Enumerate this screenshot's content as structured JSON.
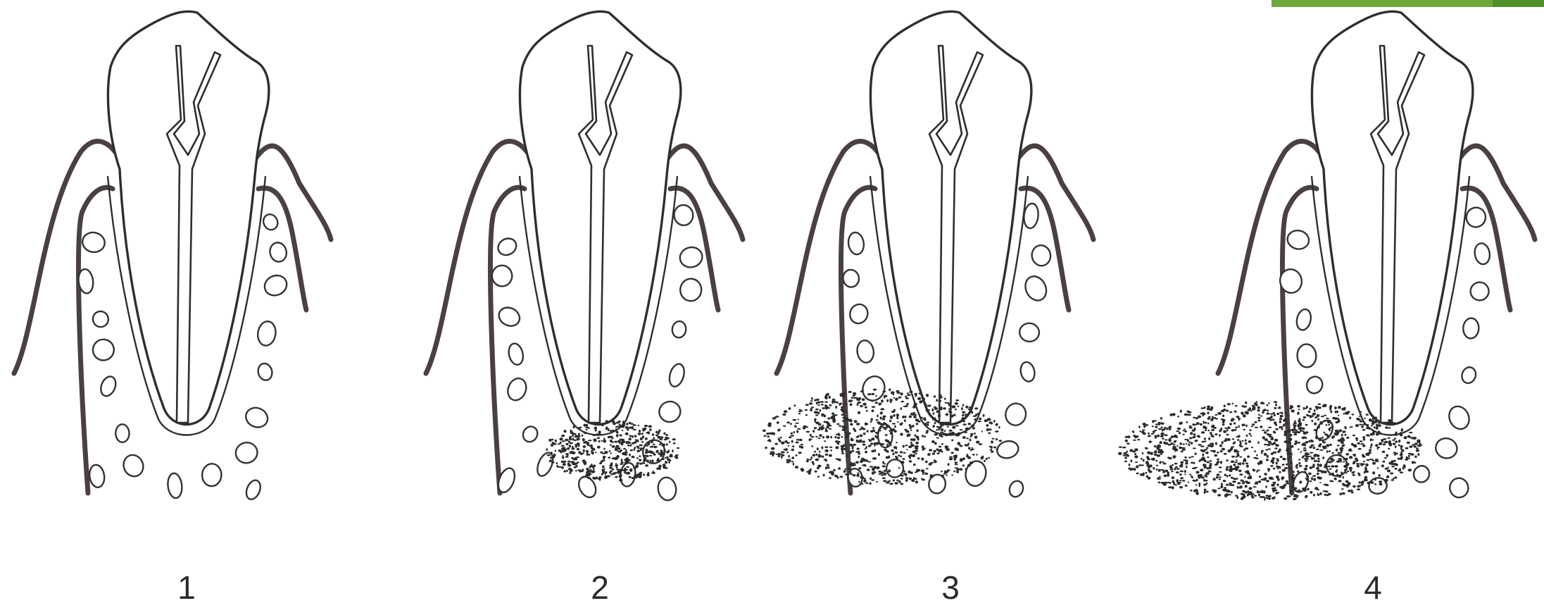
{
  "colors": {
    "accent_bar": "#6fa83b",
    "accent_cap": "#4f8f2a",
    "line": "#2e2e2e",
    "gum_line": "#4a4040",
    "lesion_dots": "#2b2b2b"
  },
  "panels": [
    {
      "label": "1",
      "lesion": "none"
    },
    {
      "label": "2",
      "lesion": "small"
    },
    {
      "label": "3",
      "lesion": "medium"
    },
    {
      "label": "4",
      "lesion": "large"
    }
  ]
}
